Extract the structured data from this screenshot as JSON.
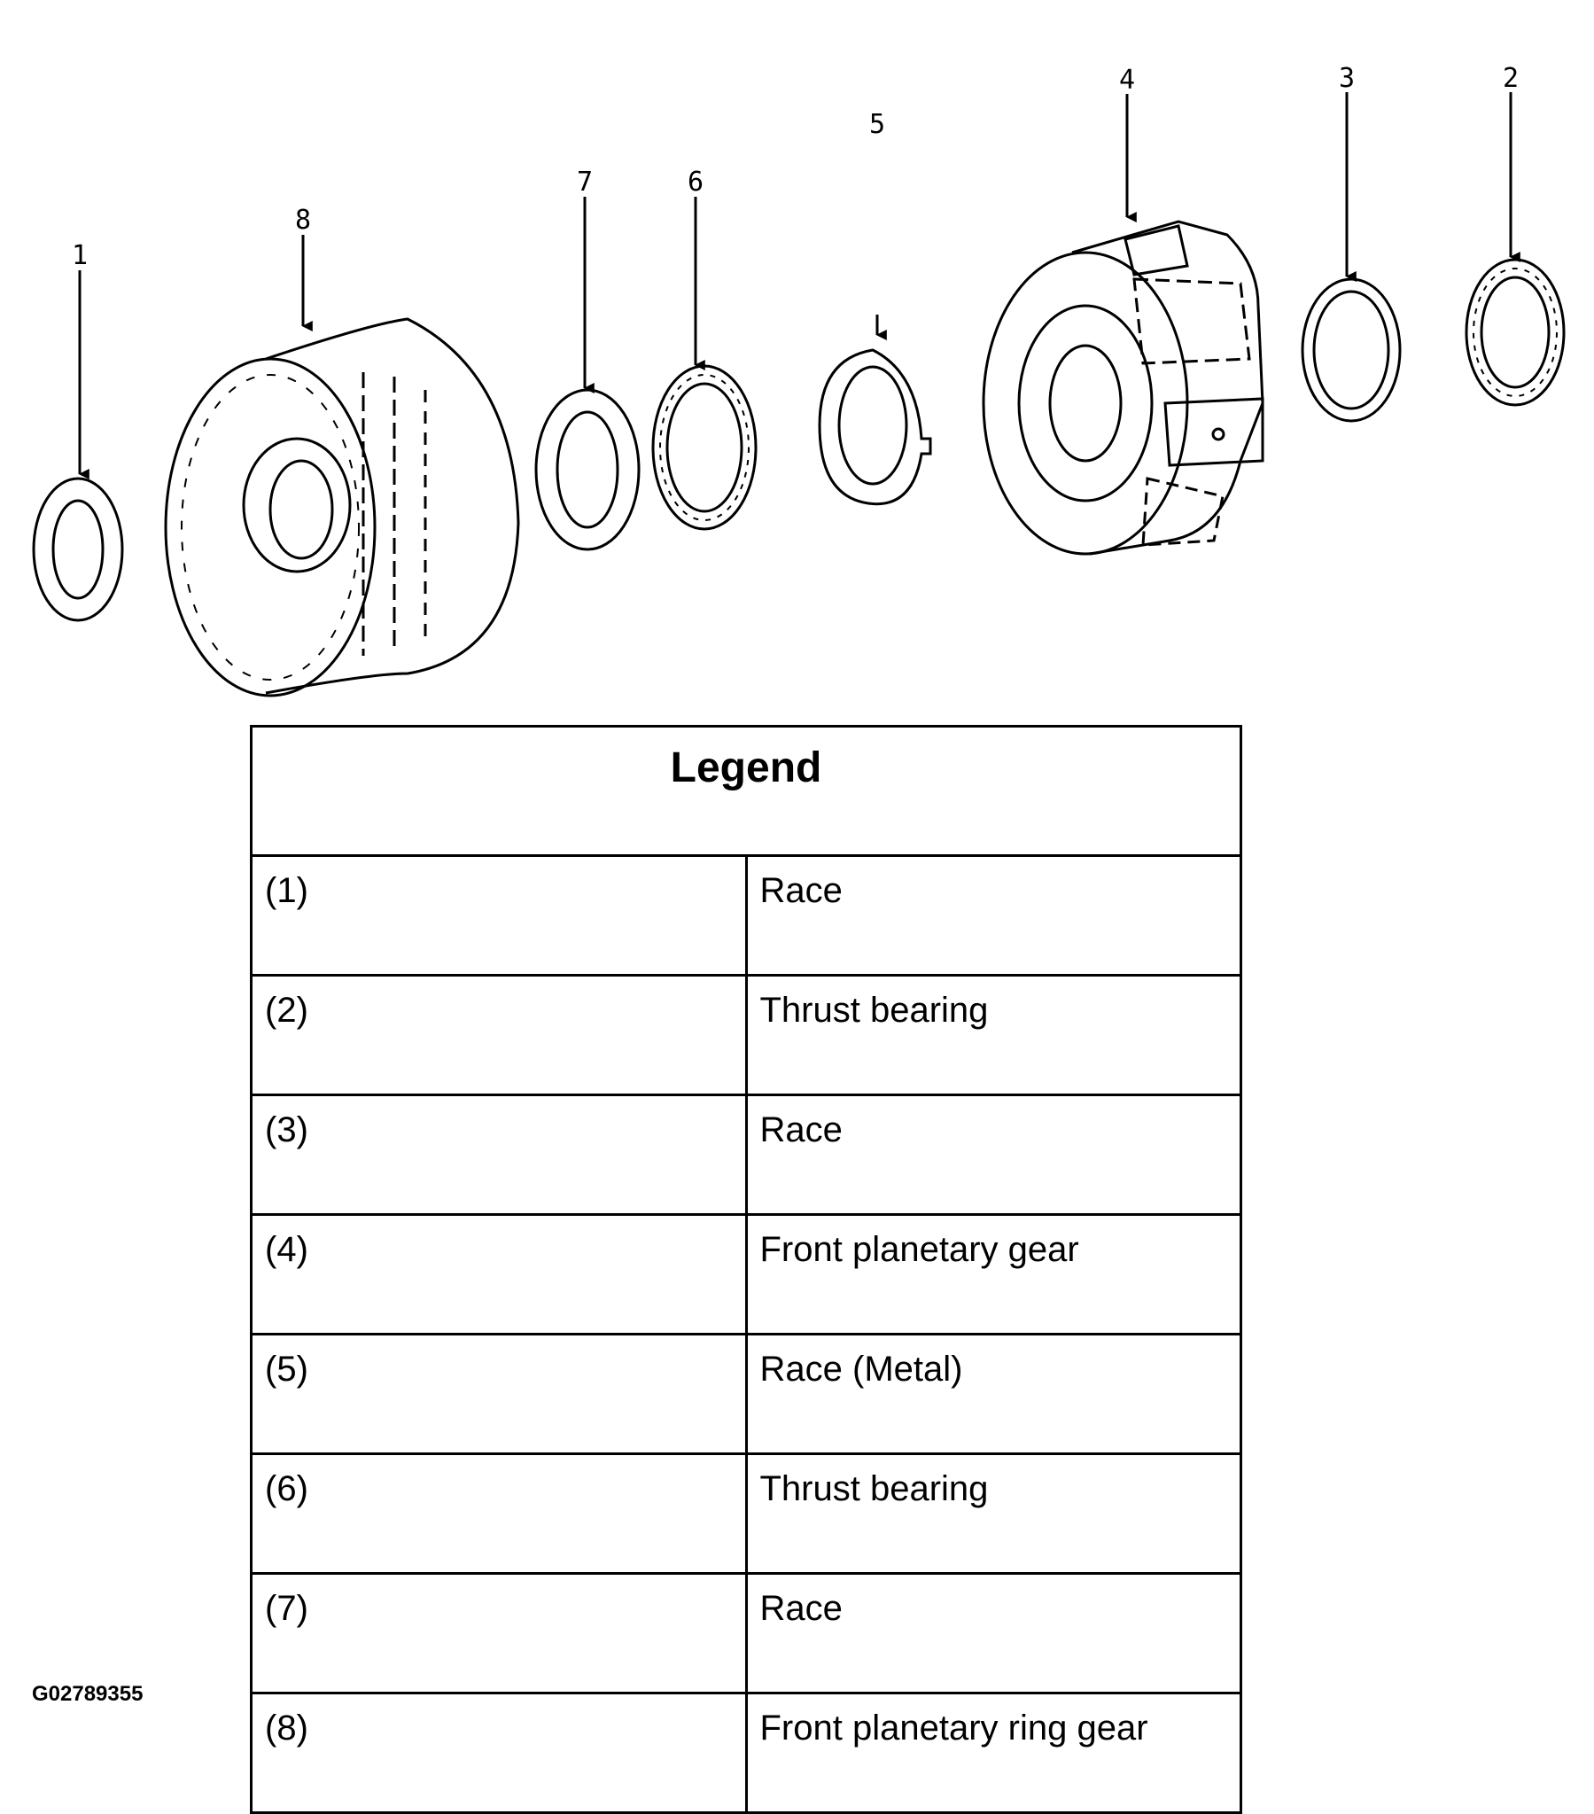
{
  "callouts": [
    "1",
    "8",
    "7",
    "6",
    "5",
    "4",
    "3",
    "2"
  ],
  "legend": {
    "title": "Legend",
    "rows": [
      {
        "num": "(1)",
        "desc": "Race"
      },
      {
        "num": "(2)",
        "desc": "Thrust bearing"
      },
      {
        "num": "(3)",
        "desc": "Race"
      },
      {
        "num": "(4)",
        "desc": "Front planetary gear"
      },
      {
        "num": "(5)",
        "desc": "Race (Metal)"
      },
      {
        "num": "(6)",
        "desc": "Thrust bearing"
      },
      {
        "num": "(7)",
        "desc": "Race"
      },
      {
        "num": "(8)",
        "desc": "Front planetary ring gear"
      }
    ]
  },
  "image_code": "G02789355"
}
